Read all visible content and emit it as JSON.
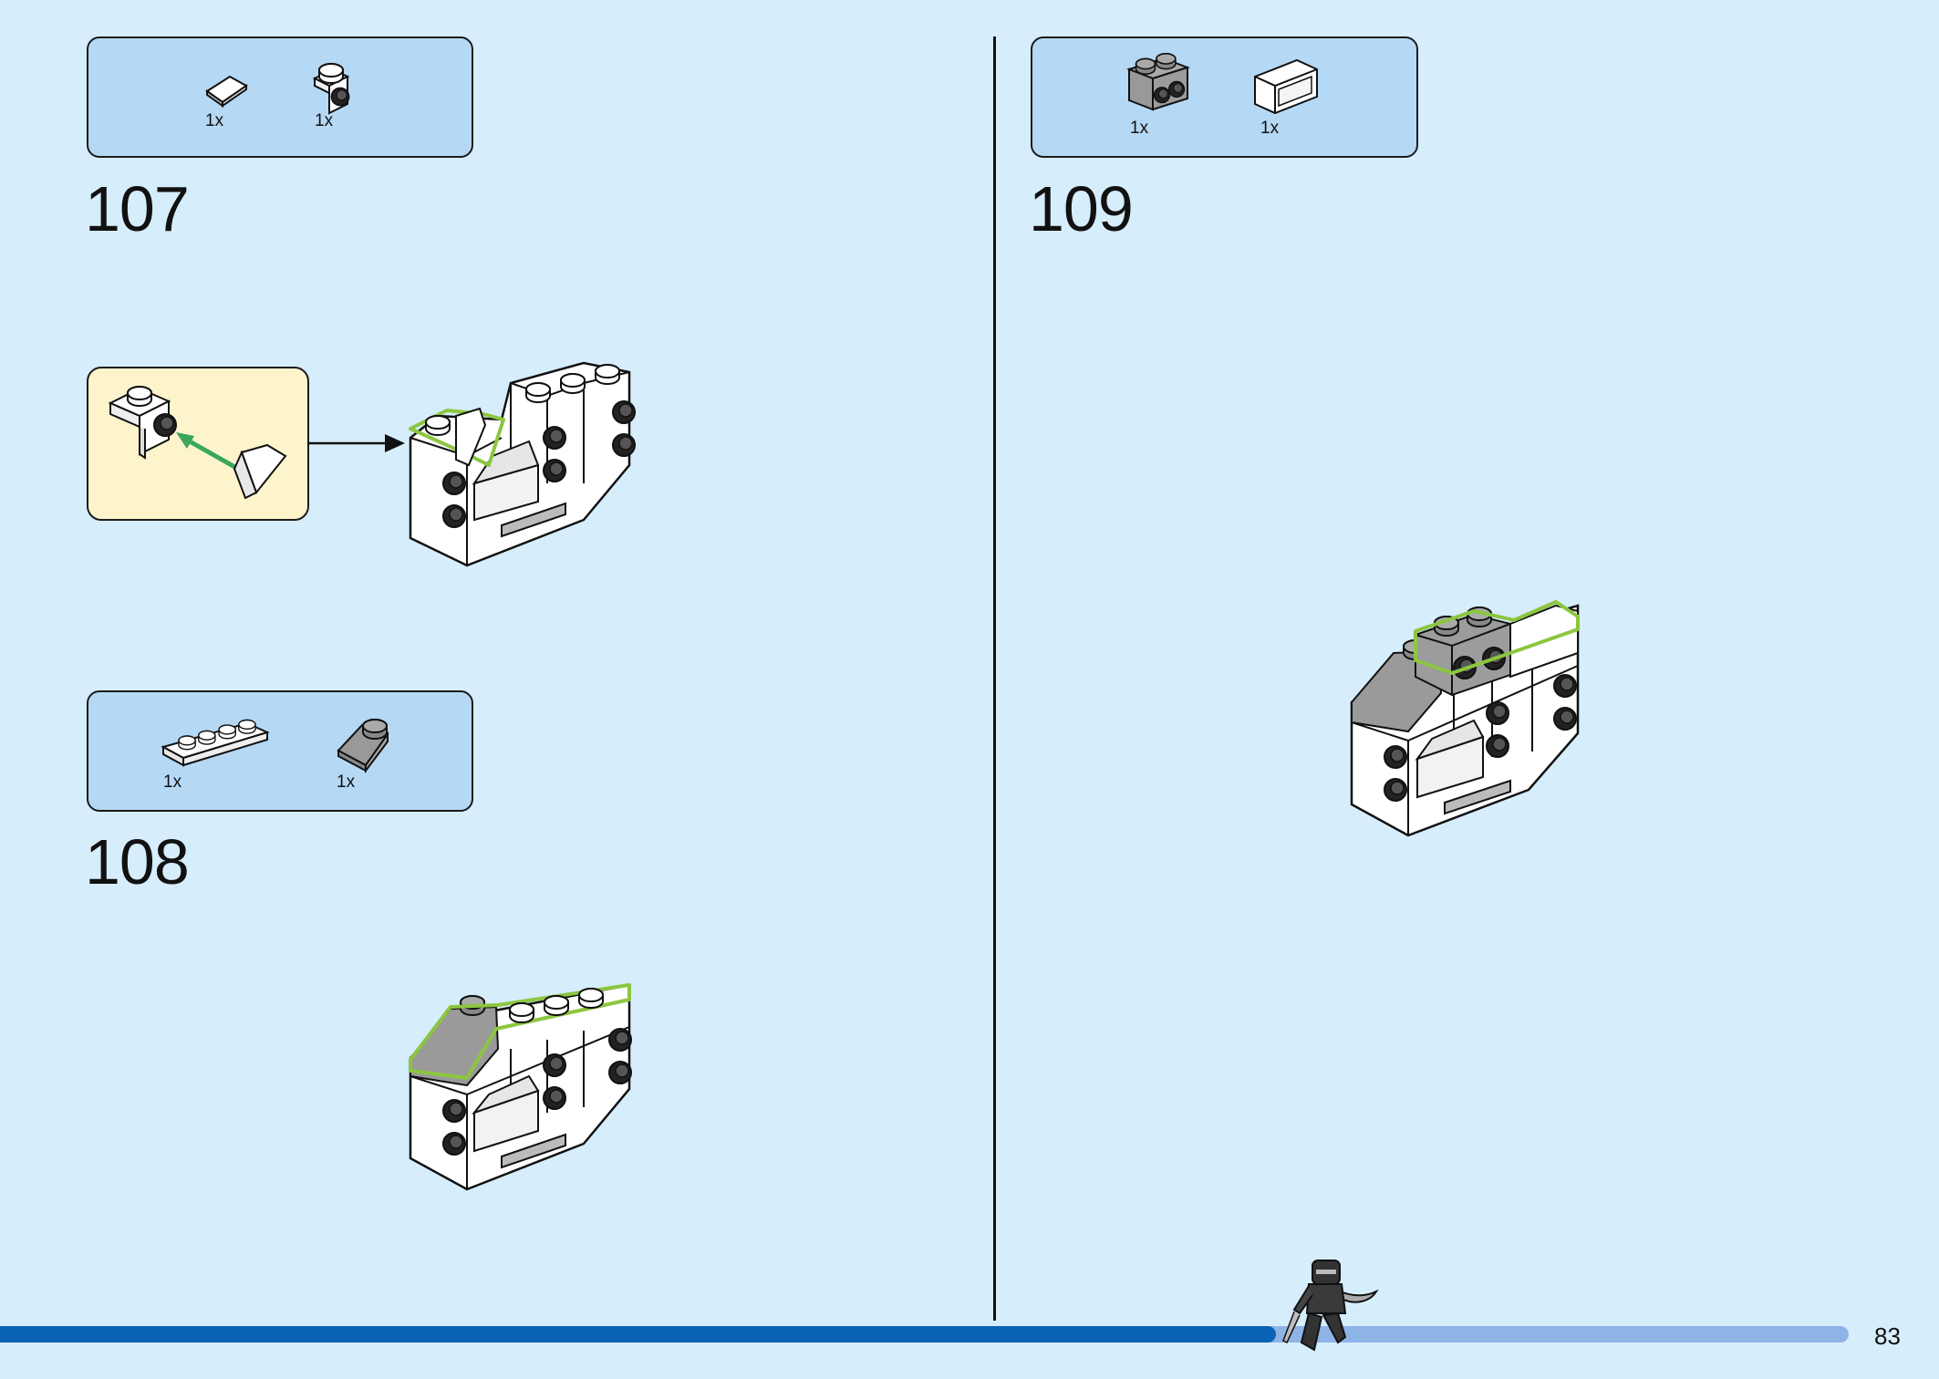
{
  "steps": [
    {
      "number": "107",
      "parts": [
        {
          "name": "wedge-slope-white",
          "qty": "1x"
        },
        {
          "name": "bracket-white-with-stud",
          "qty": "1x"
        }
      ]
    },
    {
      "number": "108",
      "parts": [
        {
          "name": "plate-1x4-white",
          "qty": "1x"
        },
        {
          "name": "slope-2x1-grey",
          "qty": "1x"
        }
      ]
    },
    {
      "number": "109",
      "parts": [
        {
          "name": "brick-1x2-grey-studs-side",
          "qty": "1x"
        },
        {
          "name": "panel-corner-white",
          "qty": "1x"
        }
      ]
    }
  ],
  "footer": {
    "page_number": "83",
    "progress": 0.69
  },
  "colors": {
    "page_bg": "#d6edfb",
    "parts_box": "#b5d8f4",
    "callout_bg": "#fdf4cc",
    "highlight": "#8cc63f",
    "progress_fill": "#0a63b5",
    "progress_track": "#8eb4e6",
    "arrow": "#3aa75a"
  }
}
